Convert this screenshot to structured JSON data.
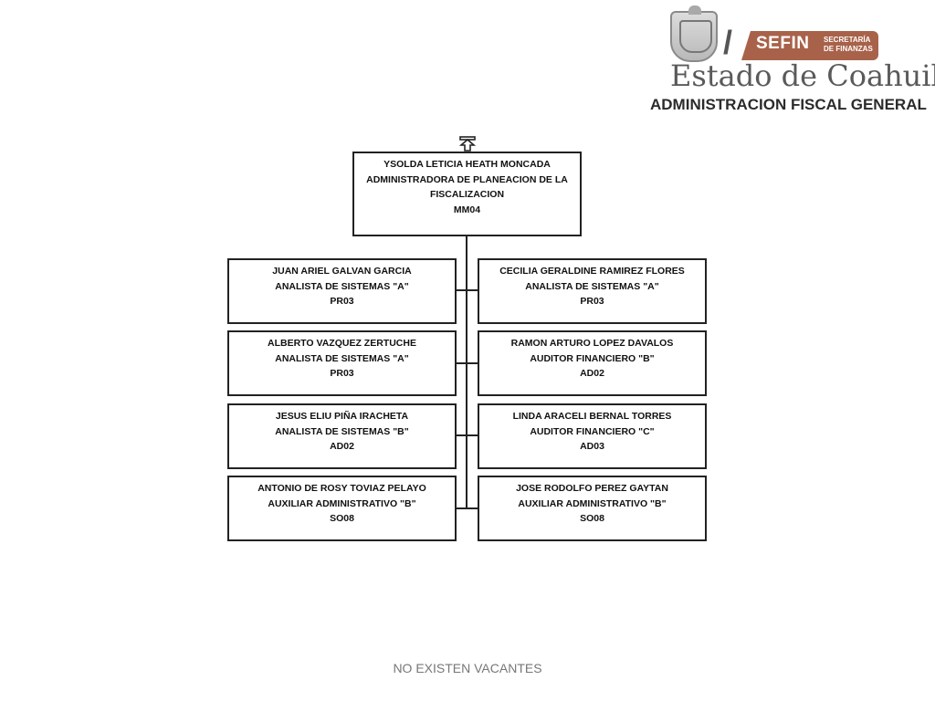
{
  "header": {
    "brand": "SEFIN",
    "brand_sub_1": "SECRETARÍA",
    "brand_sub_2": "DE FINANZAS",
    "state": "Estado de Coahuila",
    "agency": "ADMINISTRACION FISCAL GENERAL"
  },
  "head": {
    "name": "YSOLDA LETICIA HEATH MONCADA",
    "title_1": "ADMINISTRADORA DE PLANEACION DE LA",
    "title_2": "FISCALIZACION",
    "code": "MM04"
  },
  "left": [
    {
      "name": "JUAN ARIEL GALVAN GARCIA",
      "title": "ANALISTA DE SISTEMAS \"A\"",
      "code": "PR03"
    },
    {
      "name": "ALBERTO VAZQUEZ ZERTUCHE",
      "title": "ANALISTA DE SISTEMAS \"A\"",
      "code": "PR03"
    },
    {
      "name": "JESUS ELIU PIÑA IRACHETA",
      "title": "ANALISTA DE SISTEMAS \"B\"",
      "code": "AD02"
    },
    {
      "name": "ANTONIO DE ROSY TOVIAZ PELAYO",
      "title": "AUXILIAR ADMINISTRATIVO \"B\"",
      "code": "SO08"
    }
  ],
  "right": [
    {
      "name": "CECILIA GERALDINE RAMIREZ FLORES",
      "title": "ANALISTA DE SISTEMAS \"A\"",
      "code": "PR03"
    },
    {
      "name": "RAMON ARTURO LOPEZ DAVALOS",
      "title": "AUDITOR FINANCIERO \"B\"",
      "code": "AD02"
    },
    {
      "name": "LINDA ARACELI BERNAL TORRES",
      "title": "AUDITOR FINANCIERO \"C\"",
      "code": "AD03"
    },
    {
      "name": "JOSE RODOLFO PEREZ GAYTAN",
      "title": "AUXILIAR ADMINISTRATIVO \"B\"",
      "code": "SO08"
    }
  ],
  "footer": "NO EXISTEN VACANTES"
}
